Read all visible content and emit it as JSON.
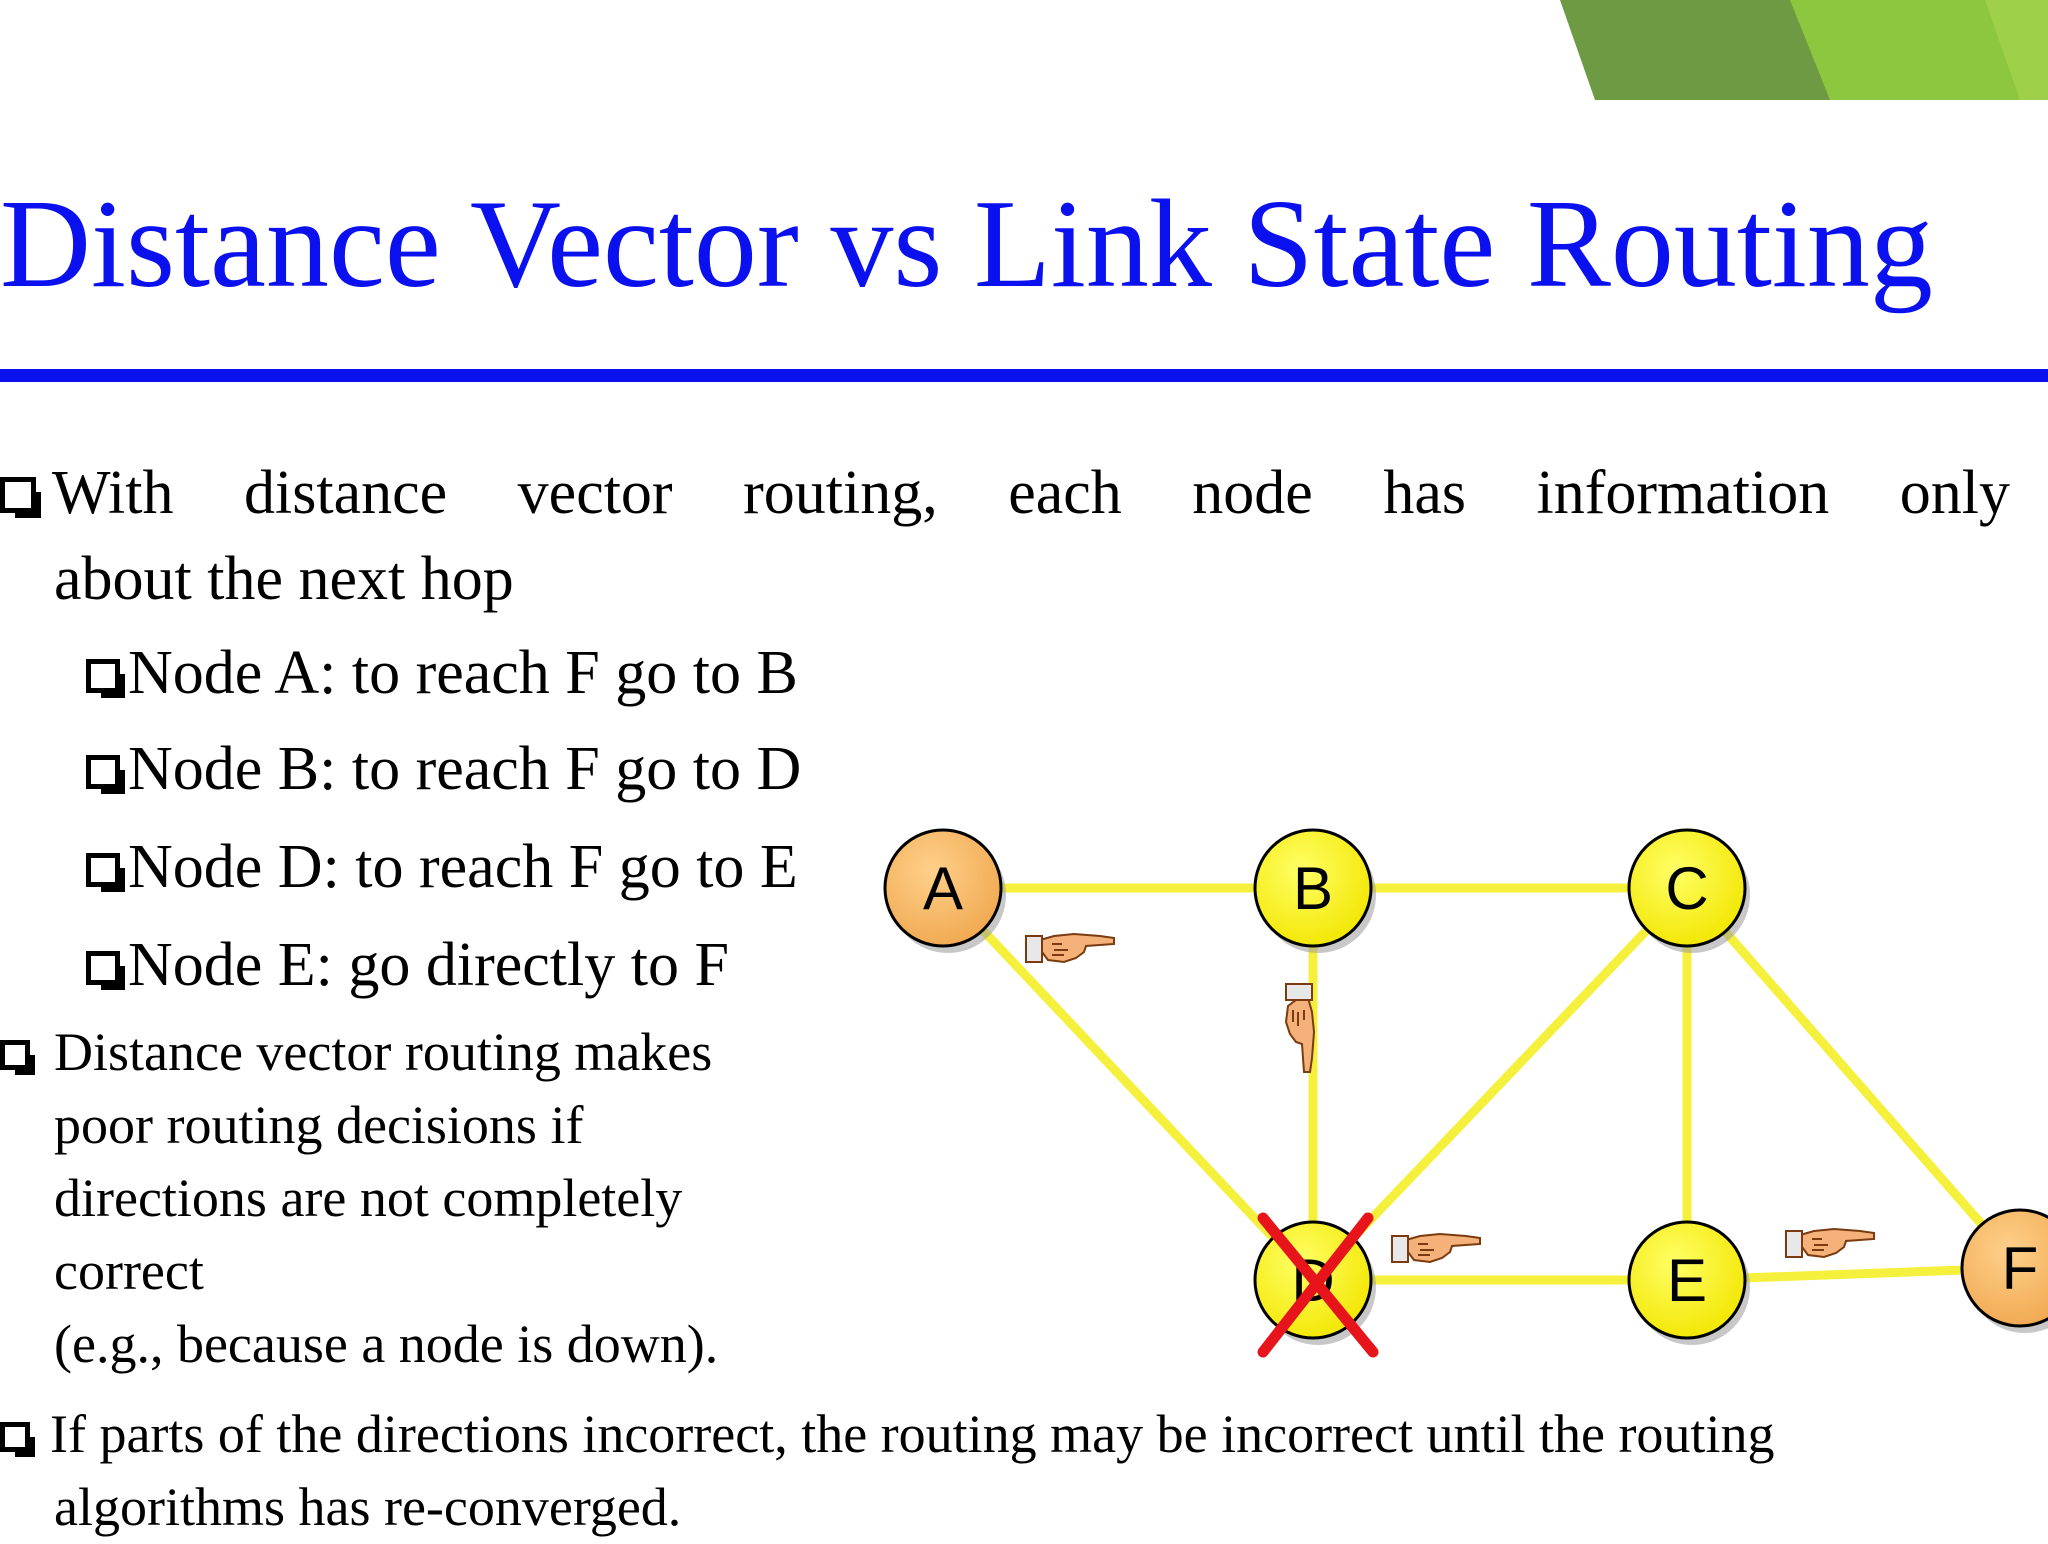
{
  "title": "Distance Vector vs Link State Routing",
  "bullets": {
    "intro": {
      "line1": "With distance vector routing, each node has information only",
      "line2": "about the next hop"
    },
    "sub_items": [
      "Node A:  to reach F go to B",
      "Node B: to reach F go to D",
      "Node D: to reach F go to E",
      "Node E: go directly to F"
    ],
    "poor": "Distance vector routing makes\npoor routing decisions if\ndirections are not completely\ncorrect\n(e.g., because a node is down).",
    "incorrect": {
      "line1": "If parts of the directions incorrect, the routing may be incorrect until the routing",
      "line2": "algorithms has re-converged."
    }
  },
  "diagram": {
    "nodes": [
      {
        "id": "A",
        "label": "A",
        "status": "source"
      },
      {
        "id": "B",
        "label": "B",
        "status": "normal"
      },
      {
        "id": "C",
        "label": "C",
        "status": "normal"
      },
      {
        "id": "D",
        "label": "D",
        "status": "down"
      },
      {
        "id": "E",
        "label": "E",
        "status": "normal"
      },
      {
        "id": "F",
        "label": "F",
        "status": "destination"
      }
    ],
    "edges": [
      [
        "A",
        "B"
      ],
      [
        "B",
        "C"
      ],
      [
        "A",
        "D"
      ],
      [
        "B",
        "D"
      ],
      [
        "C",
        "D"
      ],
      [
        "C",
        "E"
      ],
      [
        "C",
        "F"
      ],
      [
        "D",
        "E"
      ],
      [
        "E",
        "F"
      ]
    ],
    "next_hop_pointers": [
      [
        "A",
        "B"
      ],
      [
        "B",
        "D"
      ],
      [
        "D",
        "E"
      ],
      [
        "E",
        "F"
      ]
    ]
  },
  "colors": {
    "title": "#0a10ee",
    "link": "#f5f03c",
    "node_yellow": "#fff200",
    "node_orange": "#f7b560",
    "down_mark": "#e8141c",
    "accent_green": "#8dc63f"
  },
  "icons": {
    "bullet": "hollow-square-bullet-icon",
    "pointer": "pointing-hand-icon",
    "down": "red-x-mark-icon"
  }
}
